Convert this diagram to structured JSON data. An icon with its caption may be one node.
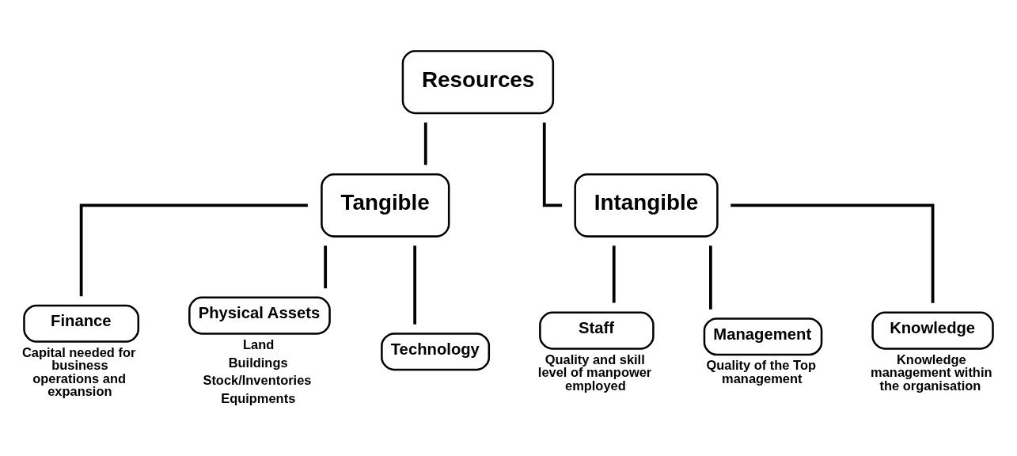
{
  "diagram": {
    "nodes": [
      {
        "text": [
          "Resources"
        ]
      },
      {
        "text": [
          "Tangible"
        ]
      },
      {
        "text": [
          "Intangible"
        ]
      },
      {
        "text": [
          "Finance"
        ],
        "beside": [
          "Capital needed for business operations and expansion"
        ]
      },
      {
        "text": [
          "Physical Assets"
        ],
        "beside": [
          "Land",
          "Buildings",
          "Stock/Inventories",
          "Equipments"
        ]
      },
      {
        "text": [
          "Technology"
        ]
      },
      {
        "text": [
          "Staff"
        ],
        "beside": [
          "Quality and skill level of manpower employed"
        ]
      },
      {
        "text": [
          "Management"
        ],
        "beside": [
          "Quality of the Top management"
        ]
      },
      {
        "text": [
          "Knowledge"
        ],
        "beside": [
          "Knowledge management within the organisation"
        ]
      }
    ],
    "edges": [
      {
        "from": 0,
        "to": 1,
        "arrow": "none"
      },
      {
        "from": 0,
        "to": 2,
        "arrow": "none"
      },
      {
        "from": 1,
        "to": 3,
        "arrow": "none"
      },
      {
        "from": 1,
        "to": 4,
        "arrow": "none"
      },
      {
        "from": 1,
        "to": 5,
        "arrow": "none"
      },
      {
        "from": 2,
        "to": 6,
        "arrow": "none"
      },
      {
        "from": 2,
        "to": 7,
        "arrow": "none"
      },
      {
        "from": 2,
        "to": 8,
        "arrow": "none"
      }
    ]
  }
}
